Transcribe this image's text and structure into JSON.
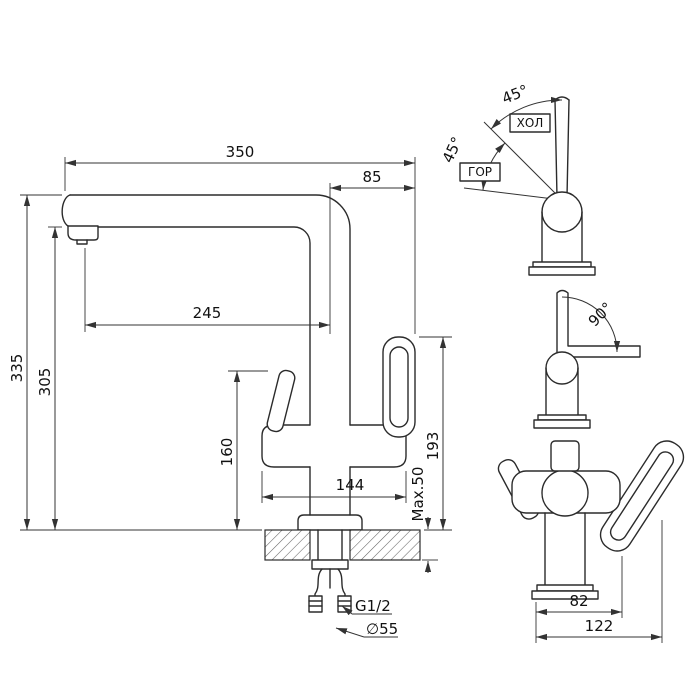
{
  "drawing": {
    "main": {
      "overall_length": "350",
      "handle_offset": "85",
      "spout_reach": "245",
      "overall_height": "335",
      "spout_height": "305",
      "left_handle_height": "160",
      "right_handle_height": "193",
      "body_width": "144",
      "counter_thickness": "Max.50",
      "thread_size": "G1/2",
      "base_diameter": "∅55"
    },
    "top_view": {
      "angle_cold": "45°",
      "angle_hot": "45°",
      "cold_label": "ХОЛ",
      "hot_label": "ГОР"
    },
    "rotation_view": {
      "swivel_angle": "90°"
    },
    "front_view": {
      "handle_spacing": "82",
      "overall_depth": "122"
    },
    "accent_color": "#2b2b2b"
  }
}
